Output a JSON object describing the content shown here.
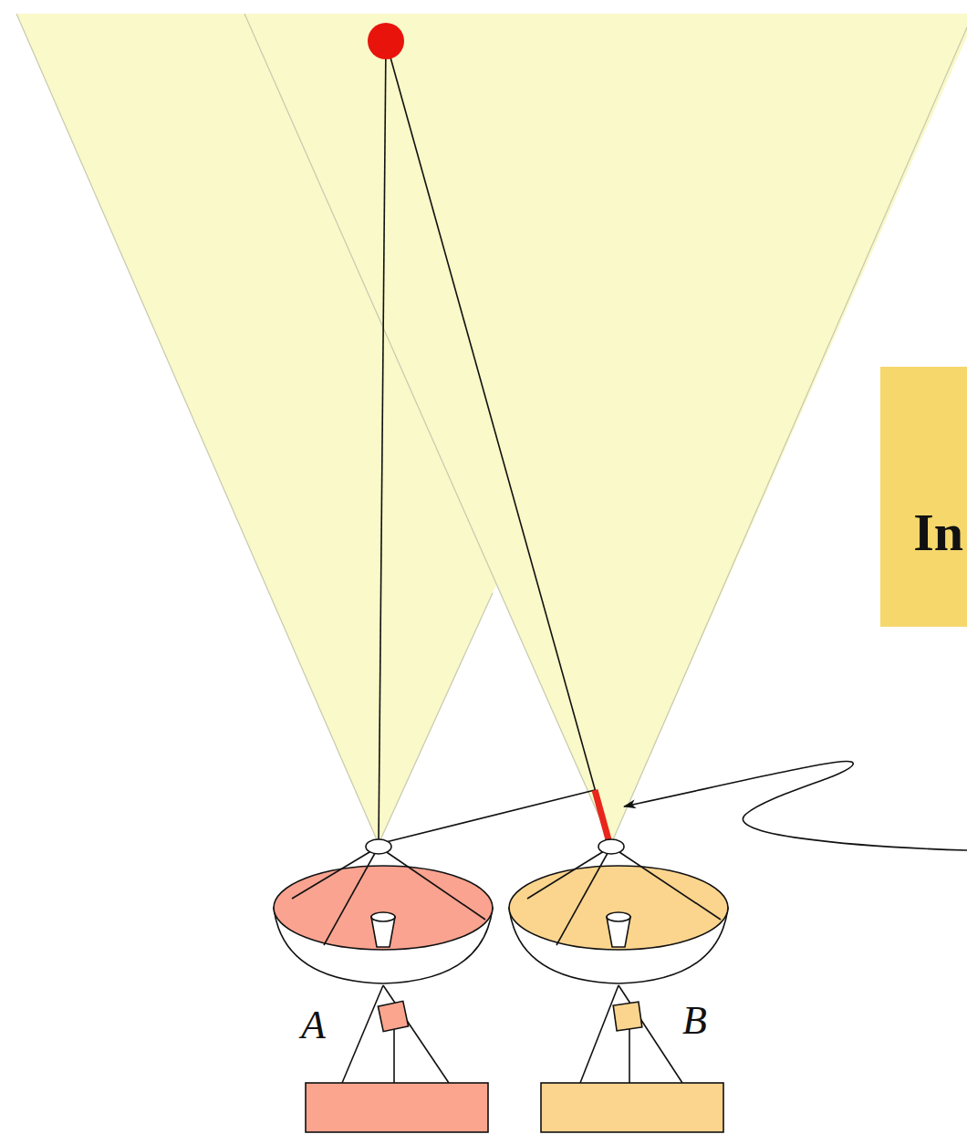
{
  "diagram": {
    "nodes": [
      {
        "text": [
          "In"
        ]
      }
    ],
    "labels": [
      "A",
      "B"
    ]
  }
}
